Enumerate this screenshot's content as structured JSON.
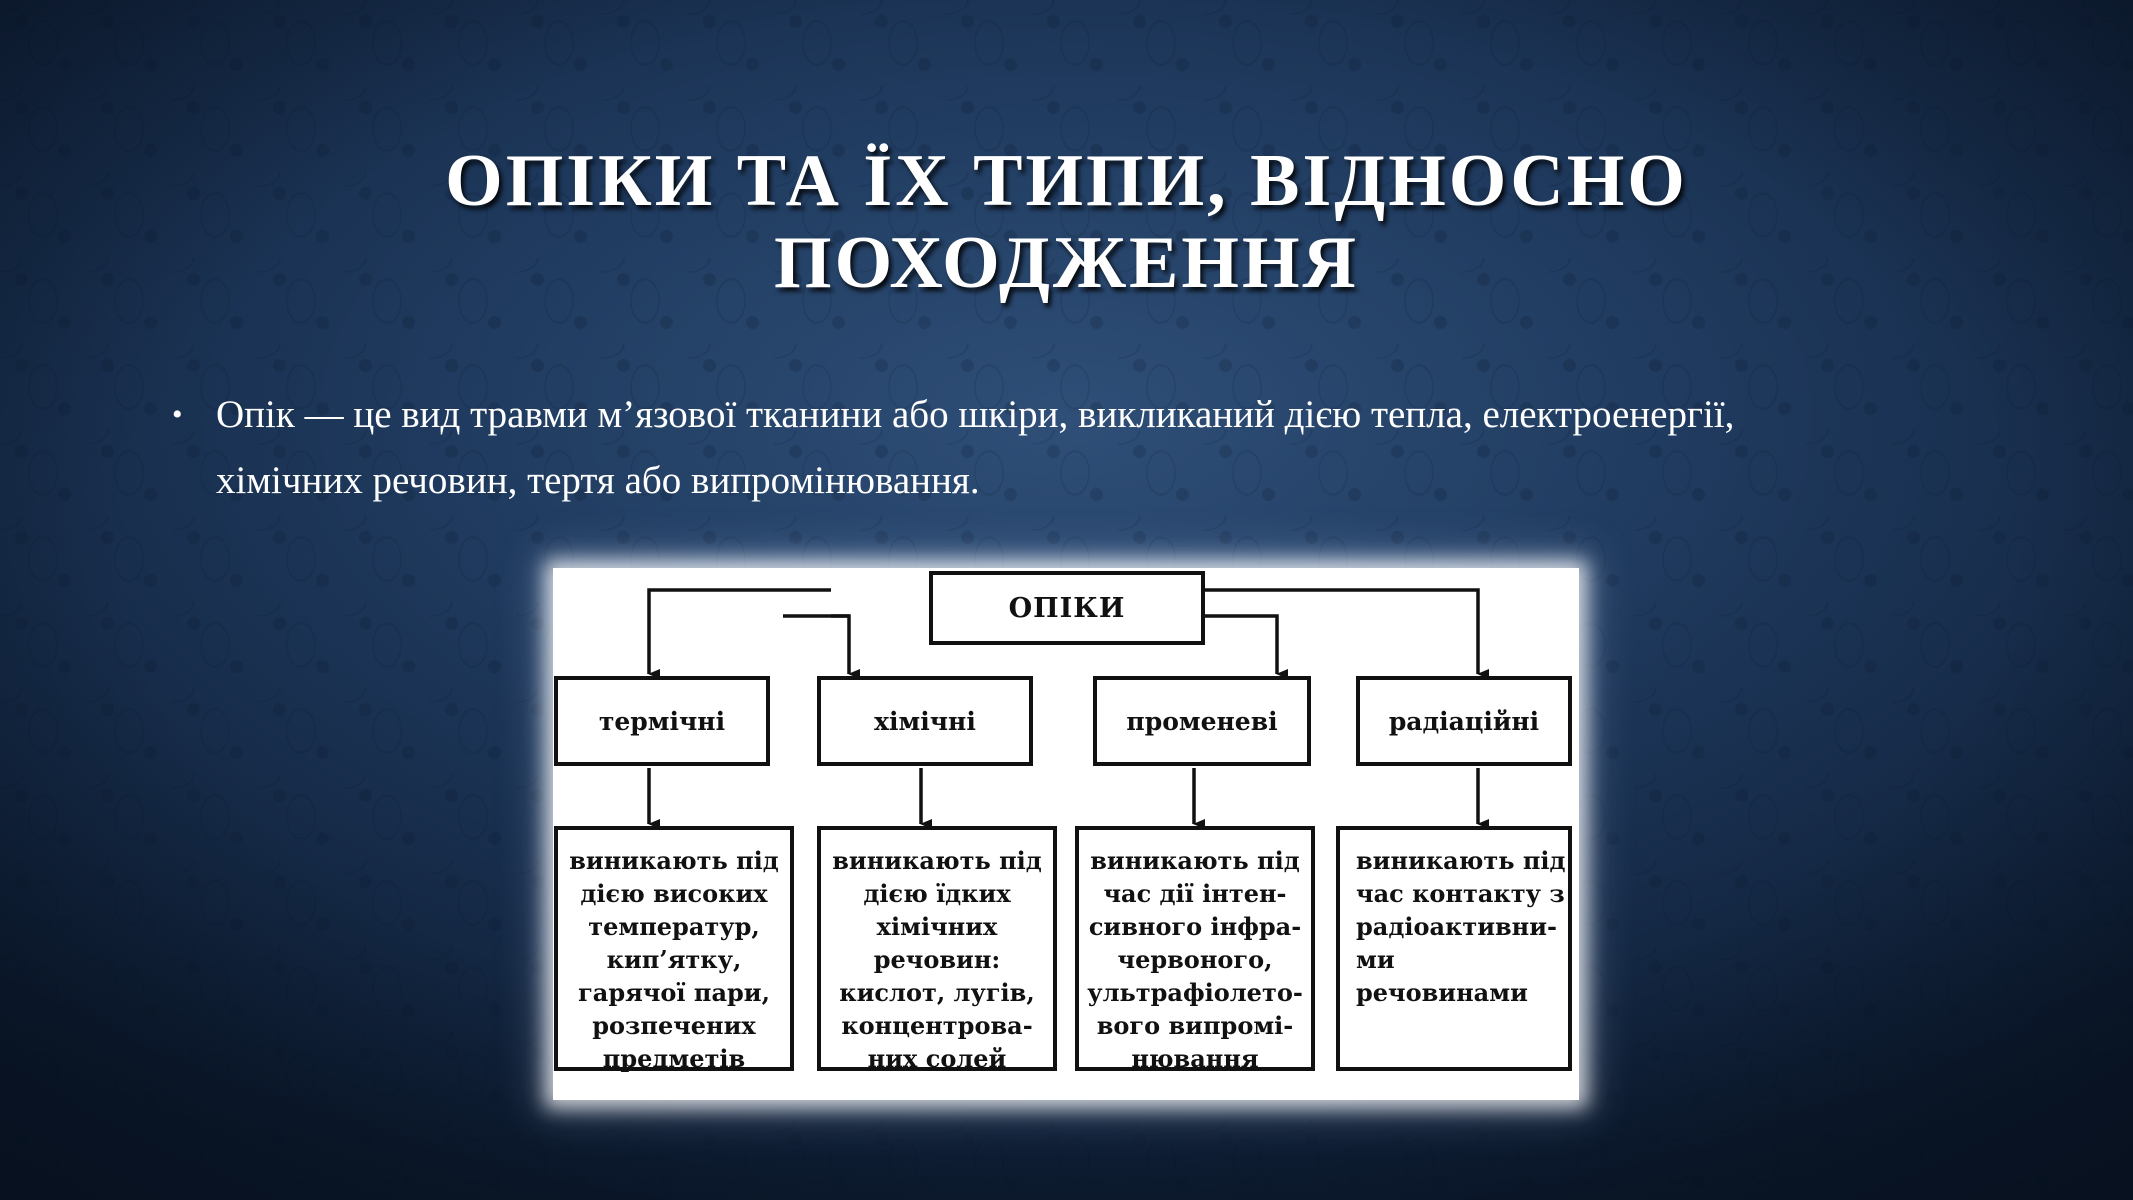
{
  "slide": {
    "title_line1": "ОПІКИ ТА ЇХ ТИПИ, ВІДНОСНО",
    "title_line2": "ПОХОДЖЕННЯ",
    "bullet_symbol": "•",
    "bullet_line1": "Опік — це вид травми м’язової тканини або шкіри, викликаний дією тепла, електроенергії,",
    "bullet_line2": "хімічних речовин, тертя або випромінювання."
  },
  "diagram": {
    "root": "ОПІКИ",
    "types": [
      {
        "label": "термічні",
        "description": "виникають під\nдією високих\nтемператур,\nкип’ятку,\nгарячої пари,\nрозпечених\nпредметів"
      },
      {
        "label": "хімічні",
        "description": "виникають під\nдією їдких\nхімічних\nречовин:\nкислот, лугів,\nконцентрова-\nних солей"
      },
      {
        "label": "променеві",
        "description": "виникають під\nчас дії інтен-\nсивного інфра-\nчервоного,\nультрафіолето-\nвого випромі-\nнювання"
      },
      {
        "label": "радіаційні",
        "description": "виникають під\nчас контакту з\nрадіоактивни-\nми речовинами"
      }
    ]
  }
}
